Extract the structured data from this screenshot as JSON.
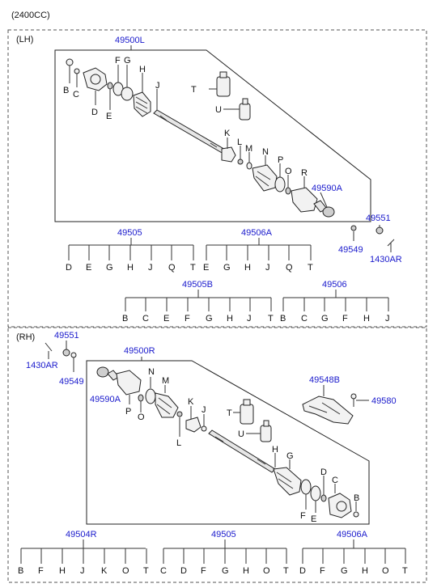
{
  "header": {
    "engine": "(2400CC)"
  },
  "colors": {
    "part_number": "#1a1acc",
    "letter": "#111111"
  },
  "lh": {
    "section_label": "(LH)",
    "assembly": "49500L",
    "callouts": {
      "B": "B",
      "C": "C",
      "D": "D",
      "E": "E",
      "F": "F",
      "G": "G",
      "H": "H",
      "J": "J",
      "T": "T",
      "U": "U",
      "K": "K",
      "L": "L",
      "M": "M",
      "N": "N",
      "P": "P",
      "O": "O",
      "R": "R"
    },
    "outboard_joint": "49590A",
    "hw_bolt": "49551",
    "hw_washer": "49549",
    "hw_pin": "1430AR",
    "kits": [
      {
        "part": "49505",
        "letters": [
          "D",
          "E",
          "G",
          "H",
          "J",
          "Q",
          "T"
        ]
      },
      {
        "part": "49506A",
        "letters": [
          "E",
          "G",
          "H",
          "J",
          "Q",
          "T"
        ]
      },
      {
        "part": "49505B",
        "letters": [
          "B",
          "C",
          "E",
          "F",
          "G",
          "H",
          "J",
          "T"
        ]
      },
      {
        "part": "49506",
        "letters": [
          "B",
          "C",
          "G",
          "F",
          "H",
          "J"
        ]
      }
    ]
  },
  "rh": {
    "section_label": "(RH)",
    "assembly": "49500R",
    "hw_bolt": "49551",
    "hw_pin": "1430AR",
    "hw_washer": "49549",
    "outboard_joint": "49590A",
    "bracket": "49548B",
    "bracket_bolt": "49580",
    "callouts": {
      "N": "N",
      "M": "M",
      "P": "P",
      "O": "O",
      "K": "K",
      "J": "J",
      "L": "L",
      "T": "T",
      "U": "U",
      "H": "H",
      "G": "G",
      "D": "D",
      "C": "C",
      "B": "B",
      "F": "F",
      "E": "E"
    },
    "kits": [
      {
        "part": "49504R",
        "letters": [
          "B",
          "F",
          "H",
          "J",
          "K",
          "O",
          "T"
        ]
      },
      {
        "part": "49505",
        "letters": [
          "C",
          "D",
          "F",
          "G",
          "H",
          "O",
          "T"
        ]
      },
      {
        "part": "49506A",
        "letters": [
          "D",
          "F",
          "G",
          "H",
          "O",
          "T"
        ]
      }
    ]
  }
}
